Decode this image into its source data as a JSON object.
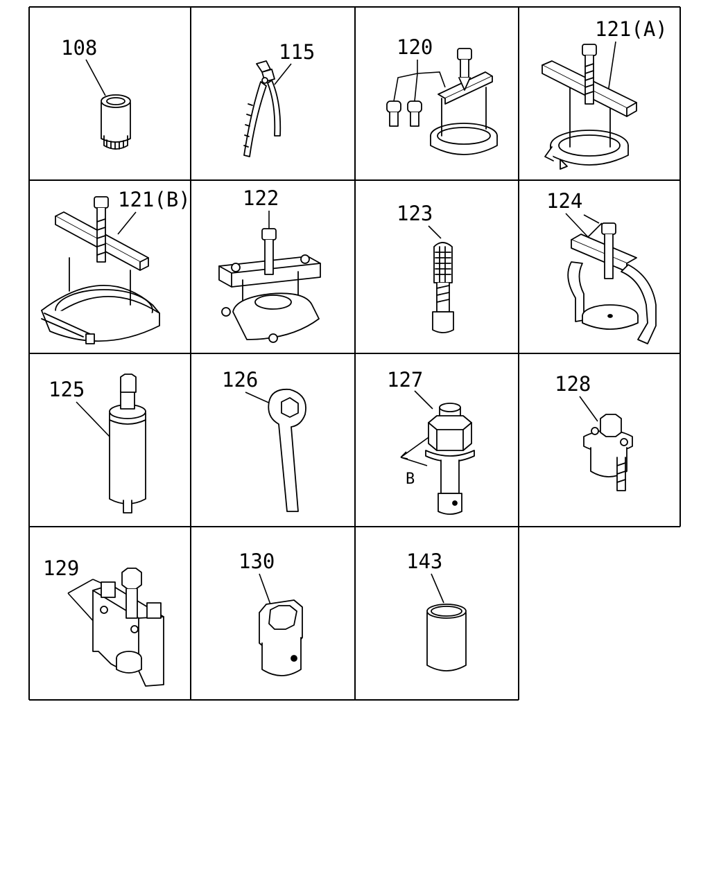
{
  "parts": [
    {
      "id": "p108",
      "label": "108"
    },
    {
      "id": "p115",
      "label": "115"
    },
    {
      "id": "p120",
      "label": "120"
    },
    {
      "id": "p121a",
      "label": "121(A)"
    },
    {
      "id": "p121b",
      "label": "121(B)"
    },
    {
      "id": "p122",
      "label": "122"
    },
    {
      "id": "p123",
      "label": "123"
    },
    {
      "id": "p124",
      "label": "124"
    },
    {
      "id": "p125",
      "label": "125"
    },
    {
      "id": "p126",
      "label": "126"
    },
    {
      "id": "p127",
      "label": "127"
    },
    {
      "id": "p128",
      "label": "128"
    },
    {
      "id": "p129",
      "label": "129"
    },
    {
      "id": "p130",
      "label": "130"
    },
    {
      "id": "p143",
      "label": "143"
    }
  ],
  "dimension_label": "B"
}
